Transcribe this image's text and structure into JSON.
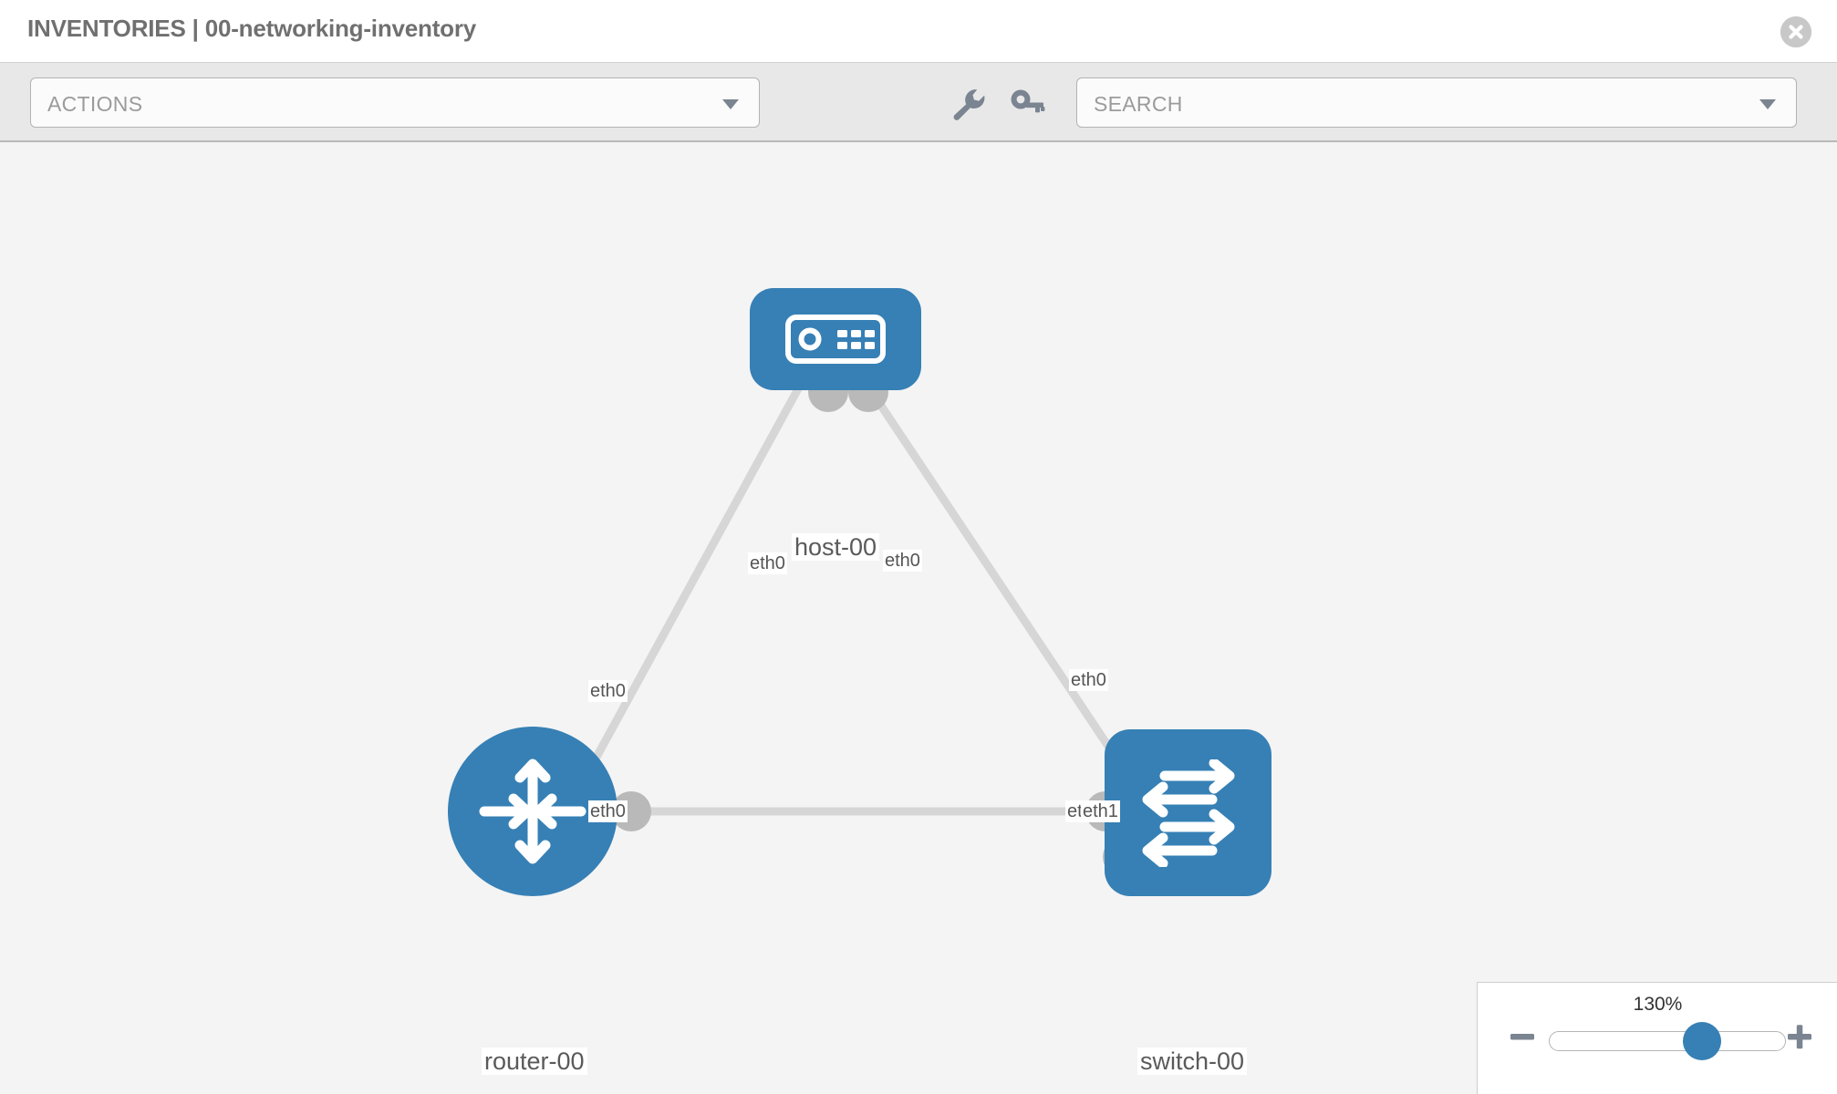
{
  "header": {
    "title": "INVENTORIES | 00-networking-inventory",
    "close_icon": "close-circle-icon"
  },
  "toolbar": {
    "actions_label": "ACTIONS",
    "actions_caret": "chevron-down-icon",
    "wrench_icon": "wrench-icon",
    "key_icon": "key-icon",
    "search_placeholder": "SEARCH",
    "search_caret": "chevron-down-icon"
  },
  "topology": {
    "nodes": [
      {
        "id": "host",
        "label": "host-00",
        "icon": "server-icon",
        "shape": "rounded-rect",
        "color": "#3680b5"
      },
      {
        "id": "router",
        "label": "router-00",
        "icon": "router-arrows-icon",
        "shape": "circle",
        "color": "#3680b5"
      },
      {
        "id": "switch",
        "label": "switch-00",
        "icon": "switch-arrows-icon",
        "shape": "rounded-square",
        "color": "#3680b5"
      }
    ],
    "interfaces": [
      {
        "id": "host-left",
        "label": "eth0"
      },
      {
        "id": "host-right",
        "label": "eth0"
      },
      {
        "id": "router-up",
        "label": "eth0"
      },
      {
        "id": "router-right",
        "label": "eth0"
      },
      {
        "id": "switch-up",
        "label": "eth0"
      },
      {
        "id": "switch-left-a",
        "label": "eth0"
      },
      {
        "id": "switch-left-b",
        "label": "eth1"
      }
    ],
    "link_color": "#d6d6d6"
  },
  "zoom": {
    "value": "130%",
    "minus_icon": "minus-icon",
    "plus_icon": "plus-icon",
    "handle_icon": "slider-handle"
  }
}
